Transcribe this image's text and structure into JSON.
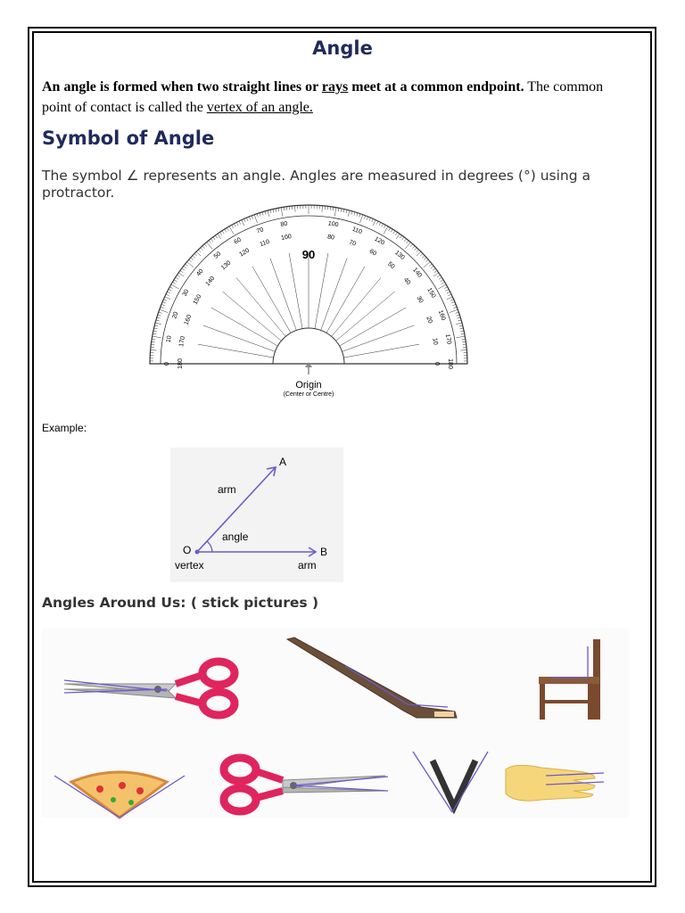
{
  "title": "Angle",
  "intro": {
    "bold_part1": "An angle is formed when two straight lines or ",
    "bold_link": "rays",
    "bold_part2": " meet at a common endpoint.",
    "normal_part": " The common point of contact is called the ",
    "link": "vertex of an angle."
  },
  "symbol_heading": "Symbol of Angle",
  "symbol_text": "The symbol ∠ represents an angle. Angles are measured in degrees (°) using a protractor.",
  "protractor": {
    "top_label": "90",
    "outer_numbers": [
      "0",
      "10",
      "20",
      "30",
      "40",
      "50",
      "60",
      "70",
      "80",
      "100",
      "110",
      "120",
      "130",
      "140",
      "150",
      "160",
      "170",
      "180"
    ],
    "inner_numbers": [
      "180",
      "170",
      "160",
      "150",
      "140",
      "130",
      "120",
      "110",
      "100",
      "80",
      "70",
      "60",
      "50",
      "40",
      "30",
      "20",
      "10",
      "0"
    ],
    "origin_label": "Origin",
    "origin_sub": "(Center or Centre)"
  },
  "example_label": "Example:",
  "angle_diagram": {
    "point_a": "A",
    "point_b": "B",
    "point_o": "O",
    "arm_top": "arm",
    "arm_bottom": "arm",
    "angle_label": "angle",
    "vertex_label": "vertex"
  },
  "around_heading": "Angles Around Us: ( stick pictures )",
  "colors": {
    "heading": "#1f2a5c",
    "ray": "#6a5acd",
    "scissor_handle": "#e0245e"
  }
}
